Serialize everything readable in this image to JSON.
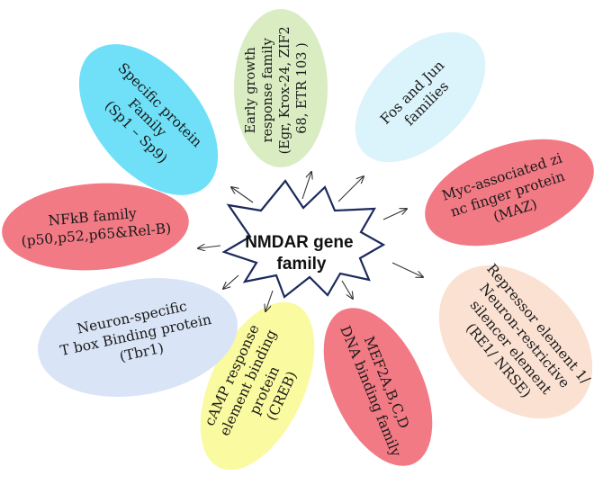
{
  "center": {
    "line1": "NMDAR gene",
    "line2": "family"
  },
  "nodes": {
    "egr": {
      "lines": [
        "Early growth",
        "response family",
        "(Egr, Krox-24, ZIF2",
        "68, ETR 103 )"
      ],
      "color": "#d9ecc2"
    },
    "fos": {
      "lines": [
        "Fos and Jun",
        "families"
      ],
      "color": "#dbf3fb"
    },
    "maz": {
      "lines": [
        "Myc-associated zi",
        "nc finger protein",
        "(MAZ)"
      ],
      "color": "#f27a85"
    },
    "re1": {
      "lines": [
        "Repressor element 1/",
        "Neuron-restrictive",
        "silencer element",
        "(RE1/ NRSE)"
      ],
      "color": "#fbe1d2"
    },
    "mef": {
      "lines": [
        "MEF2A,B,C,D",
        "DNA binding family"
      ],
      "color": "#f27a85"
    },
    "creb": {
      "lines": [
        "cAMP response",
        "element binding",
        "protein",
        "(CREB)"
      ],
      "color": "#fafaa0"
    },
    "tbr": {
      "lines": [
        "Neuron-specific",
        "T box Binding protein",
        "(Tbr1)"
      ],
      "color": "#d9e4f6"
    },
    "nfkb": {
      "lines": [
        "NFkB family",
        "(p50,p52,p65&Rel-B)"
      ],
      "color": "#f27a85"
    },
    "sp": {
      "lines": [
        "Specific protein",
        "Family",
        "(Sp1 – Sp9)"
      ],
      "color": "#6fe0f7"
    }
  }
}
